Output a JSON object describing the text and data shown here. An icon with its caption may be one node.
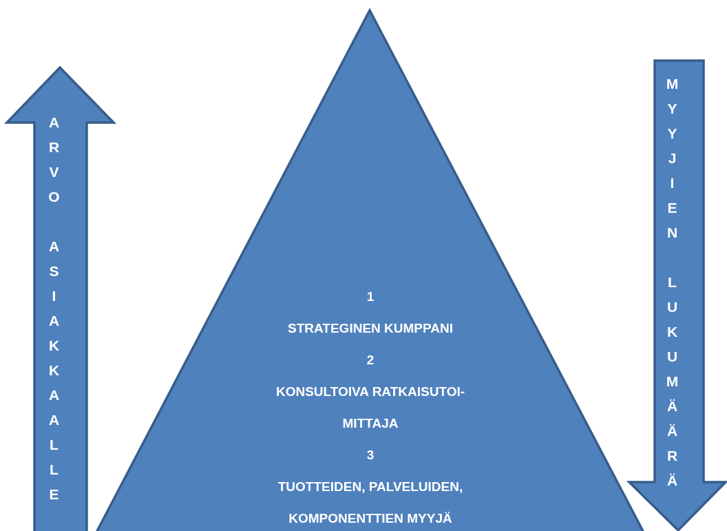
{
  "diagram": {
    "nodes": [
      {
        "text": [
          "ARVO ASIAKKAALLE"
        ]
      },
      {
        "text": [
          "1",
          "STRATEGINEN KUMPPANI",
          "2",
          "KONSULTOIVA RATKAISUTOI- MITTAJA",
          "3",
          "TUOTTEIDEN, PALVELUIDEN, KOMPONENTTIEN MYYJÄ"
        ]
      },
      {
        "text": [
          "MYYJIEN LUKUMÄÄRÄ"
        ]
      }
    ]
  }
}
